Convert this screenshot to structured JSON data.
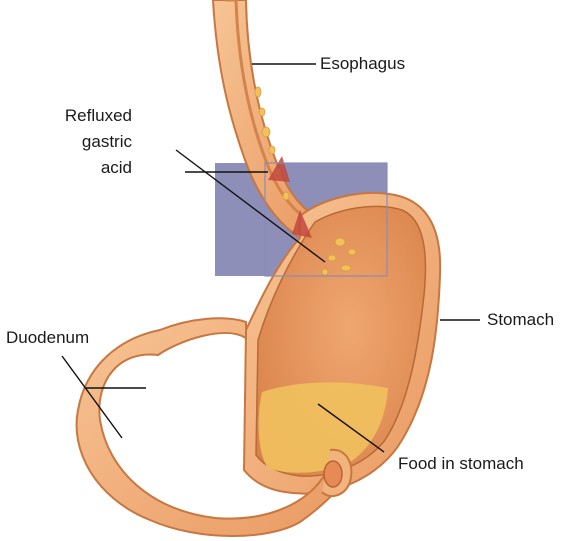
{
  "labels": {
    "esophagus": "Esophagus",
    "refluxed_acid": [
      "Refluxed",
      "gastric",
      "acid"
    ],
    "stomach": "Stomach",
    "duodenum": "Duodenum",
    "food_in_stomach": "Food in stomach"
  },
  "colors": {
    "organ_fill": "#f3b07d",
    "organ_outline": "#c7773f",
    "inner_lining": "#e89a63",
    "food": "#f1c15e",
    "highlight_box": "#7e7fae",
    "leader_line": "#111111"
  }
}
